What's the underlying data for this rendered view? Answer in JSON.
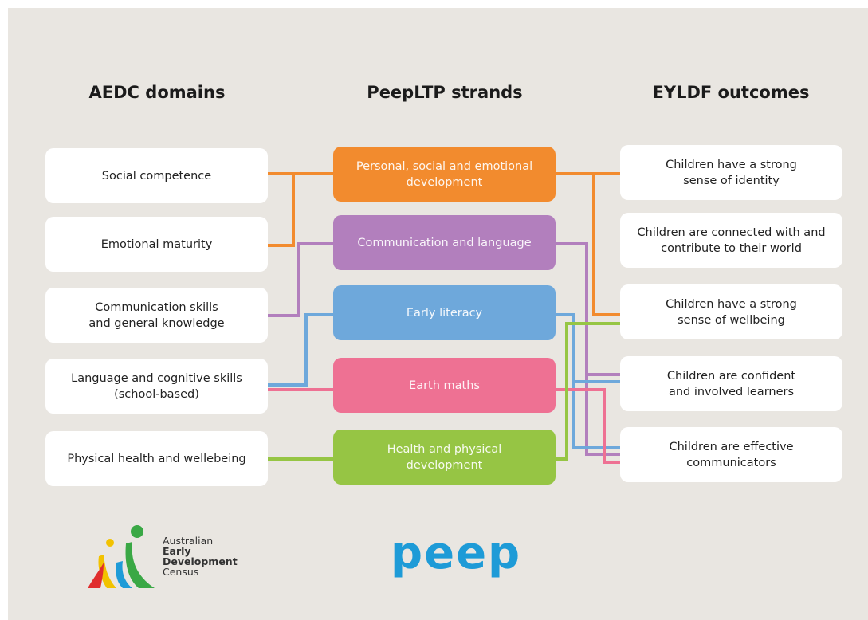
{
  "headings": {
    "left": "AEDC domains",
    "middle": "PeepLTP strands",
    "right": "EYLDF outcomes"
  },
  "aedc_domains": [
    "Social competence",
    "Emotional maturity",
    "Communication skills\nand general knowledge",
    "Language and cognitive skills\n(school-based)",
    "Physical health and wellebeing"
  ],
  "strands": [
    {
      "label": "Personal, social and emotional\ndevelopment",
      "color": "#f28b2e"
    },
    {
      "label": "Communication and language",
      "color": "#b27fbd"
    },
    {
      "label": "Early literacy",
      "color": "#6ea8db"
    },
    {
      "label": "Earth maths",
      "color": "#ee7193"
    },
    {
      "label": "Health and physical\ndevelopment",
      "color": "#96c544"
    }
  ],
  "outcomes": [
    "Children have a strong\nsense of identity",
    "Children are connected with and\ncontribute to their world",
    "Children have a strong\nsense of wellbeing",
    "Children are confident\nand involved learners",
    "Children are effective\ncommunicators"
  ],
  "logos": {
    "aedc_lines": [
      "Australian",
      "Early",
      "Development",
      "Census"
    ],
    "peep": "peep",
    "peep_color": "#1e9bd7"
  },
  "colors": {
    "background": "#e9e6e1",
    "orange": "#f28b2e",
    "purple": "#b27fbd",
    "blue": "#6ea8db",
    "pink": "#ee7193",
    "green": "#96c544"
  }
}
